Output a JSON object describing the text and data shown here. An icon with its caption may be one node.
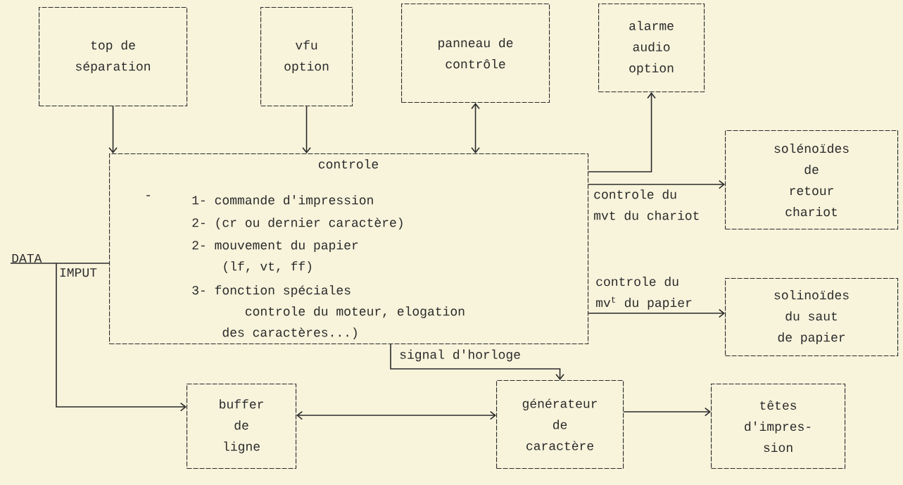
{
  "diagram": {
    "nodes": [
      {
        "text": [
          "top de séparation"
        ]
      },
      {
        "text": [
          "vfu option"
        ]
      },
      {
        "text": [
          "panneau de contrôle"
        ]
      },
      {
        "text": [
          "alarme audio option"
        ]
      },
      {
        "text": [
          "controle",
          "-",
          "1- commande d'impression",
          "2- (cr ou dernier caractère)",
          "2- mouvement du papier (lf, vt, ff)",
          "3- fonction spéciales controle du moteur, elogation des caractères...)"
        ]
      },
      {
        "text": [
          "solénoïdes de retour chariot"
        ]
      },
      {
        "text": [
          "solinoïdes du saut de papier"
        ]
      },
      {
        "text": [
          "buffer de ligne"
        ]
      },
      {
        "text": [
          "générateur de caractère"
        ]
      },
      {
        "text": [
          "têtes d'impres- sion"
        ]
      },
      {
        "text": [
          "DATA"
        ]
      }
    ],
    "edges": [
      {
        "from": 0,
        "to": 4,
        "arrow": "to"
      },
      {
        "from": 1,
        "to": 4,
        "arrow": "to"
      },
      {
        "from": 2,
        "to": 4,
        "arrow": "both"
      },
      {
        "from": 4,
        "to": 3,
        "arrow": "to"
      },
      {
        "from": 4,
        "to": 5,
        "arrow": "to",
        "label": "controle du mvt du chariot"
      },
      {
        "from": 4,
        "to": 6,
        "arrow": "to",
        "label": "controle du mv$^{t}$ du papier"
      },
      {
        "from": 4,
        "to": 8,
        "arrow": "to",
        "label": "signal d'horloge"
      },
      {
        "from": 7,
        "to": 8,
        "arrow": "both"
      },
      {
        "from": 8,
        "to": 9,
        "arrow": "to"
      },
      {
        "from": 10,
        "to": 4,
        "arrow": "none",
        "label": "IMPUT"
      },
      {
        "from": 10,
        "to": 7,
        "arrow": "to"
      }
    ]
  }
}
